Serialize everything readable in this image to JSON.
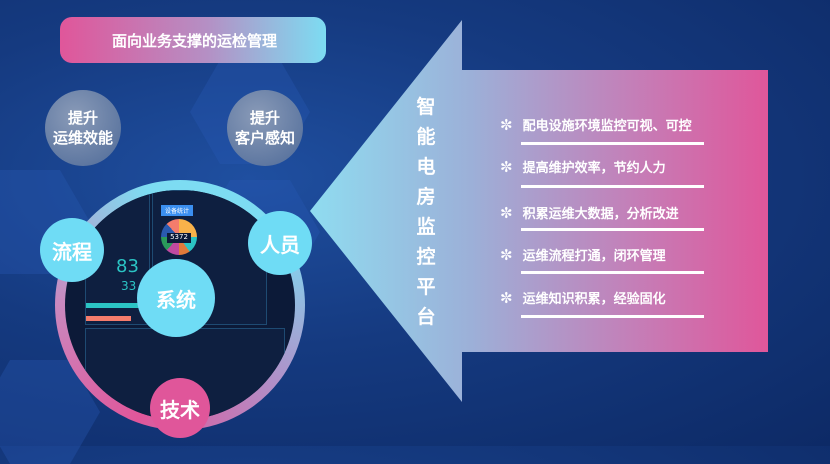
{
  "header": {
    "title": "面向业务支撑的运检管理"
  },
  "goals": [
    "提升\n运维效能",
    "提升\n客户感知"
  ],
  "circle": {
    "nodes": [
      "流程",
      "人员",
      "系统",
      "技术"
    ]
  },
  "dashboard": {
    "total": "5372",
    "num1": "83",
    "num2": "33",
    "button": "设备统计"
  },
  "platform": {
    "title": "智能电房监控平台"
  },
  "benefits": [
    "配电设施环境监控可视、可控",
    "提高维护效率，节约人力",
    "积累运维大数据，分析改进",
    "运维流程打通，闭环管理",
    "运维知识积累，经验固化"
  ],
  "icons": {
    "bullet": "✼"
  }
}
